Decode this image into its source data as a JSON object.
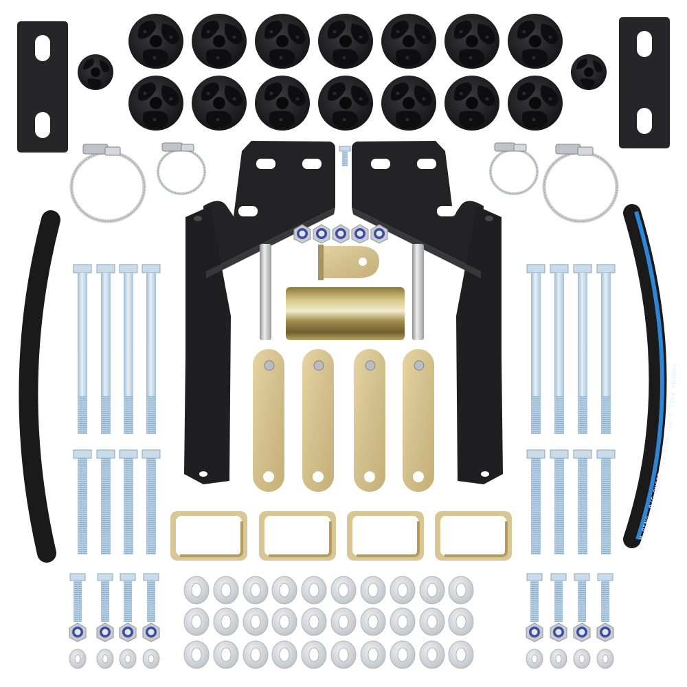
{
  "image": {
    "subject": "Body lift / suspension lift kit hardware laid out on white background",
    "background_color": "#ffffff"
  },
  "colors": {
    "black_parts": "#1f1f21",
    "black_highlight": "#3a3a3d",
    "zinc_yellow": "#c9b27a",
    "zinc_yellow_light": "#e2cfa0",
    "steel_blue_zinc": "#b9d2e6",
    "steel_silver": "#d4d7da",
    "hose_stripe_blue": "#2f86d6",
    "nylon_insert_blue": "#3a4a9a"
  },
  "parts": {
    "puck_spacers": {
      "label": "Black body-lift puck spacers",
      "rows": 2,
      "per_row": 7,
      "count": 14
    },
    "small_spacers": {
      "label": "Small round spacers",
      "count": 2
    },
    "flat_plates": {
      "label": "Black flat plates with two slots",
      "count": 2
    },
    "hose_clamps": {
      "label": "Stainless worm-gear hose clamps",
      "large": 2,
      "small": 2
    },
    "brackets": {
      "label": "Black steel extension brackets",
      "count": 2
    },
    "small_bolt": {
      "label": "Small hex bolt",
      "count": 1
    },
    "center_nylock_nuts": {
      "label": "Nylon-insert lock nuts",
      "count": 5
    },
    "pins": {
      "label": "Steel pins / sleeves",
      "count": 2
    },
    "tab": {
      "label": "Zinc tab with hole",
      "count": 1
    },
    "sleeve": {
      "label": "Zinc-plated tubular sleeve",
      "count": 1
    },
    "links": {
      "label": "Zinc-plated straps with pin",
      "count": 4
    },
    "rect_spacers": {
      "label": "Zinc rectangular spacer frames",
      "count": 4
    },
    "long_bolts": {
      "label": "Long partially threaded hex bolts",
      "per_side": 4,
      "count": 8
    },
    "fully_threaded_bolts": {
      "label": "Fully threaded hex bolts",
      "per_side": 4,
      "count": 8
    },
    "short_bolts": {
      "label": "Short hex bolts",
      "per_side": 4,
      "count": 8
    },
    "side_nuts": {
      "label": "Nylon-insert lock nuts",
      "per_side": 4,
      "count": 8
    },
    "side_washers": {
      "label": "Small flat washers",
      "per_side": 4,
      "count": 8
    },
    "center_washers": {
      "label": "Flat washers",
      "rows": 3,
      "per_row": 10,
      "count": 30
    },
    "left_hose": {
      "label": "Black fuel hose (plain)"
    },
    "right_hose": {
      "label": "Black fuel hose with blue stripe"
    }
  },
  "hose_print": {
    "brand": "YUHEN®",
    "text": "YUHEN® FUEL & OIL Hose SAE 100R6 3/8\" DN10 W.P.28BAR 400"
  }
}
